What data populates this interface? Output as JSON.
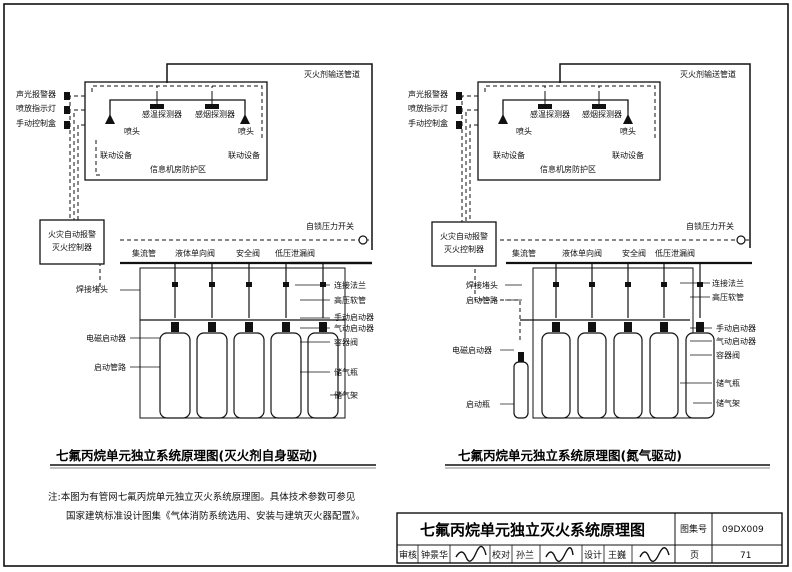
{
  "left": {
    "pipe_label": "灭火剂输送管道",
    "protected_area": "信息机房防护区",
    "caption": "七氟丙烷单元独立系统原理图(灭火剂自身驱动)",
    "controller": [
      "火灾自动报警",
      "灭火控制器"
    ]
  },
  "right": {
    "pipe_label": "灭火剂输送管道",
    "protected_area": "信息机房防护区",
    "caption": "七氟丙烷单元独立系统原理图(氮气驱动)",
    "controller": [
      "火灾自动报警",
      "灭火控制器"
    ]
  },
  "labels": {
    "alarm": "声光报警器",
    "spray_light": "喷放指示灯",
    "manual": "手动控制盒",
    "nozzle": "喷头",
    "temp_detector": "感温探测器",
    "smoke_detector": "感烟探测器",
    "linkage": "联动设备",
    "pressure_switch": "自锁压力开关",
    "manifold": "集流管",
    "check_valve": "液体单向阀",
    "safety_valve": "安全阀",
    "low_pressure_valve": "低压泄漏阀",
    "flange": "连接法兰",
    "hp_hose": "高压软管",
    "manual_starter": "手动启动器",
    "gas_starter": "气动启动器",
    "container_valve": "容器阀",
    "weld_plug": "焊接堵头",
    "solenoid": "电磁启动器",
    "start_pipe": "启动管路",
    "cylinder": "储气瓶",
    "rack": "储气架",
    "start_bottle": "启动瓶"
  },
  "note": [
    "注:本图为有管网七氟丙烷单元独立灭火系统原理图。具体技术参数可参见",
    "国家建筑标准设计图集《气体消防系统选用、安装与建筑灭火器配置》。"
  ],
  "title_block": {
    "title": "七氟丙烷单元独立灭火系统原理图",
    "atlas_label": "图集号",
    "atlas_no": "09DX009",
    "review": "审核",
    "reviewer": "钟景华",
    "check": "校对",
    "checker": "孙兰",
    "design": "设计",
    "designer": "王巍",
    "page_label": "页",
    "page_no": "71"
  },
  "colors": {
    "line": "#111111",
    "bg": "#ffffff"
  }
}
